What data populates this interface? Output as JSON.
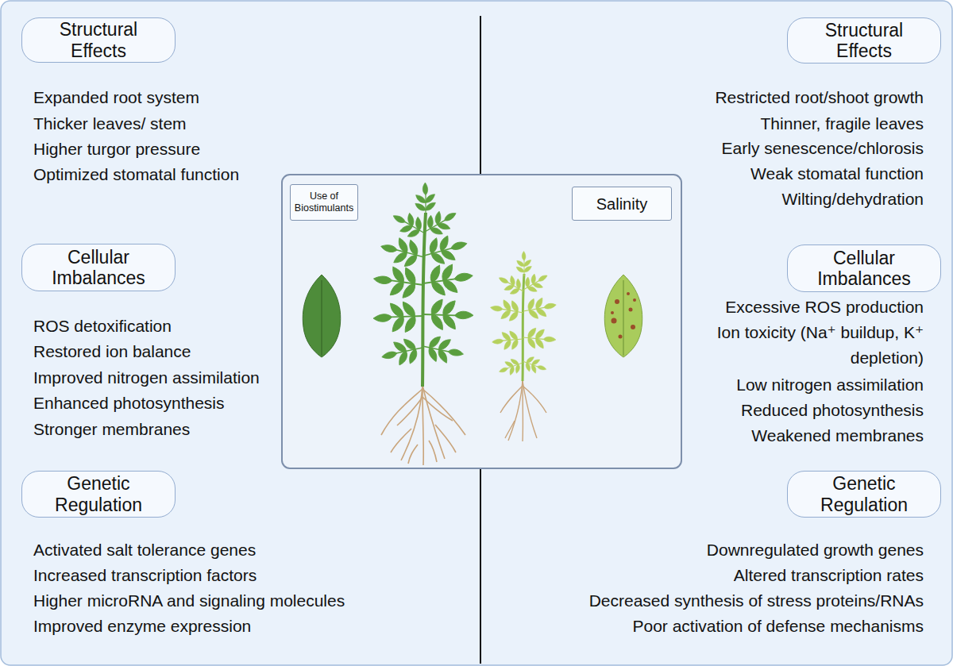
{
  "diagram": {
    "nodes": [
      {
        "text": [
          "Structural Effects"
        ]
      },
      {
        "text": [
          "Structural Effects"
        ]
      },
      {
        "text": [
          "Use of Biostimulants"
        ]
      },
      {
        "text": [
          "Salinity"
        ]
      },
      {
        "text": [
          "Cellular Imbalances"
        ]
      },
      {
        "text": [
          "Cellular Imbalances"
        ]
      },
      {
        "text": [
          "Genetic Regulation"
        ]
      },
      {
        "text": [
          "Genetic Regulation"
        ]
      }
    ],
    "labels": [
      "Expanded root system",
      "Thicker leaves/ stem",
      "Higher turgor pressure",
      "Optimized stomatal function",
      "Restricted root/shoot growth",
      "Thinner, fragile leaves",
      "Early senescence/chlorosis",
      "Weak stomatal function",
      "Wilting/dehydration",
      "ROS detoxification",
      "Restored ion balance",
      "Improved nitrogen assimilation",
      "Enhanced photosynthesis",
      "Stronger membranes",
      "Excessive ROS production",
      "Ion toxicity (Na⁺ buildup, K⁺ depletion)",
      "Low nitrogen assimilation",
      "Reduced photosynthesis",
      "Weakened membranes",
      "Activated salt tolerance genes",
      "Increased transcription factors",
      "Higher microRNA and signaling molecules",
      "Improved enzyme expression",
      "Downregulated growth genes",
      "Altered transcription rates",
      "Decreased synthesis of stress proteins/RNAs",
      "Poor activation of defense mechanisms"
    ]
  }
}
